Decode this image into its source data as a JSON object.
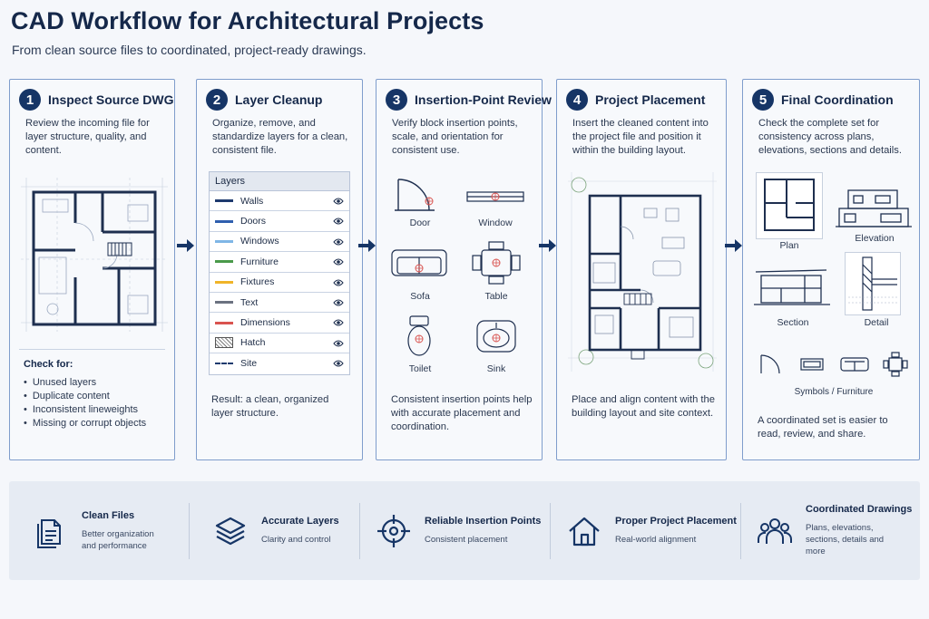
{
  "header": {
    "title": "CAD Workflow for Architectural Projects",
    "subtitle": "From clean source files to coordinated, project-ready drawings."
  },
  "steps": [
    {
      "number": "1",
      "title": "Inspect Source DWG",
      "description": "Review the incoming file for layer structure, quality, and content.",
      "check_title": "Check for:",
      "checks": [
        "Unused layers",
        "Duplicate content",
        "Inconsistent lineweights",
        "Missing or corrupt objects"
      ]
    },
    {
      "number": "2",
      "title": "Layer Cleanup",
      "description": "Organize, remove, and standardize layers for a clean, consistent file.",
      "layers_header": "Layers",
      "layers": [
        {
          "name": "Walls",
          "color": "#1e3a6e"
        },
        {
          "name": "Doors",
          "color": "#2f5fae"
        },
        {
          "name": "Windows",
          "color": "#7fb6e6"
        },
        {
          "name": "Furniture",
          "color": "#4a9a4a"
        },
        {
          "name": "Fixtures",
          "color": "#f0b429"
        },
        {
          "name": "Text",
          "color": "#6b7280"
        },
        {
          "name": "Dimensions",
          "color": "#d9534f"
        },
        {
          "name": "Hatch",
          "color": "#555555"
        },
        {
          "name": "Site",
          "color": "#1e3a6e"
        }
      ],
      "result": "Result: a clean, organized layer structure."
    },
    {
      "number": "3",
      "title": "Insertion-Point Review",
      "description": "Verify block insertion points, scale, and orientation for consistent use.",
      "blocks": [
        "Door",
        "Window",
        "Sofa",
        "Table",
        "Toilet",
        "Sink"
      ],
      "note": "Consistent insertion points help with accurate placement and coordination."
    },
    {
      "number": "4",
      "title": "Project Placement",
      "description": "Insert the cleaned content into the project file and position it within the building layout.",
      "note": "Place and align content with the building layout and site context."
    },
    {
      "number": "5",
      "title": "Final Coordination",
      "description": "Check the complete set for consistency across plans, elevations, sections and details.",
      "views": [
        "Plan",
        "Elevation",
        "Section",
        "Detail"
      ],
      "symbols_label": "Symbols / Furniture",
      "note": "A coordinated set is easier to read, review, and share."
    }
  ],
  "benefits": [
    {
      "title": "Clean Files",
      "desc": "Better organization and performance",
      "icon": "document-icon"
    },
    {
      "title": "Accurate Layers",
      "desc": "Clarity and control",
      "icon": "layers-icon"
    },
    {
      "title": "Reliable Insertion Points",
      "desc": "Consistent placement",
      "icon": "crosshair-icon"
    },
    {
      "title": "Proper Project Placement",
      "desc": "Real-world alignment",
      "icon": "house-icon"
    },
    {
      "title": "Coordinated Drawings",
      "desc": "Plans, elevations, sections, details and more",
      "icon": "team-icon"
    }
  ],
  "colors": {
    "navy": "#163566",
    "panel_border": "#7f9dcc",
    "insertion_red": "#d9534f"
  }
}
